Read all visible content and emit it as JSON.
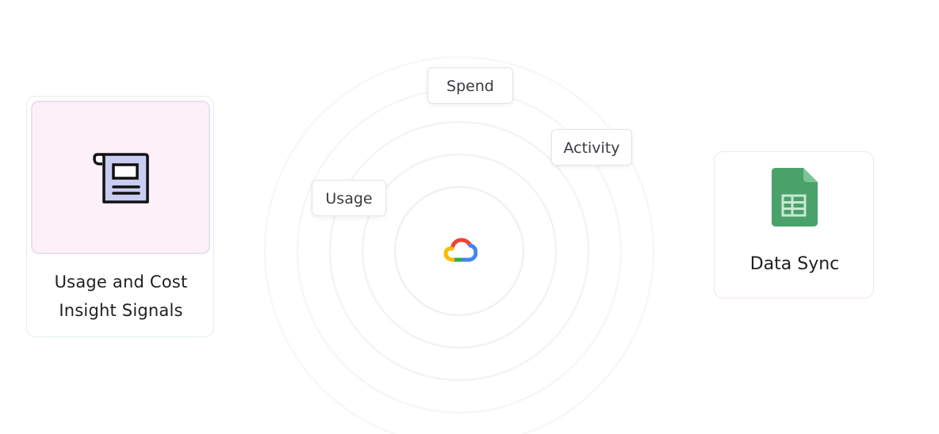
{
  "source": {
    "title": "Usage and Cost Insight Signals",
    "icon": "document-icon"
  },
  "hub": {
    "icon": "google-cloud-logo",
    "signals": [
      {
        "label": "Spend"
      },
      {
        "label": "Activity"
      },
      {
        "label": "Usage"
      }
    ]
  },
  "destination": {
    "title": "Data Sync",
    "icon": "google-sheets-icon"
  },
  "colors": {
    "source_bg": "#fef0f8",
    "doc_fill": "#c9cdf2",
    "sheets_green": "#4aa26a",
    "cloud_red": "#ea4335",
    "cloud_yellow": "#fbbc05",
    "cloud_green": "#34a853",
    "cloud_blue": "#4285f4"
  }
}
